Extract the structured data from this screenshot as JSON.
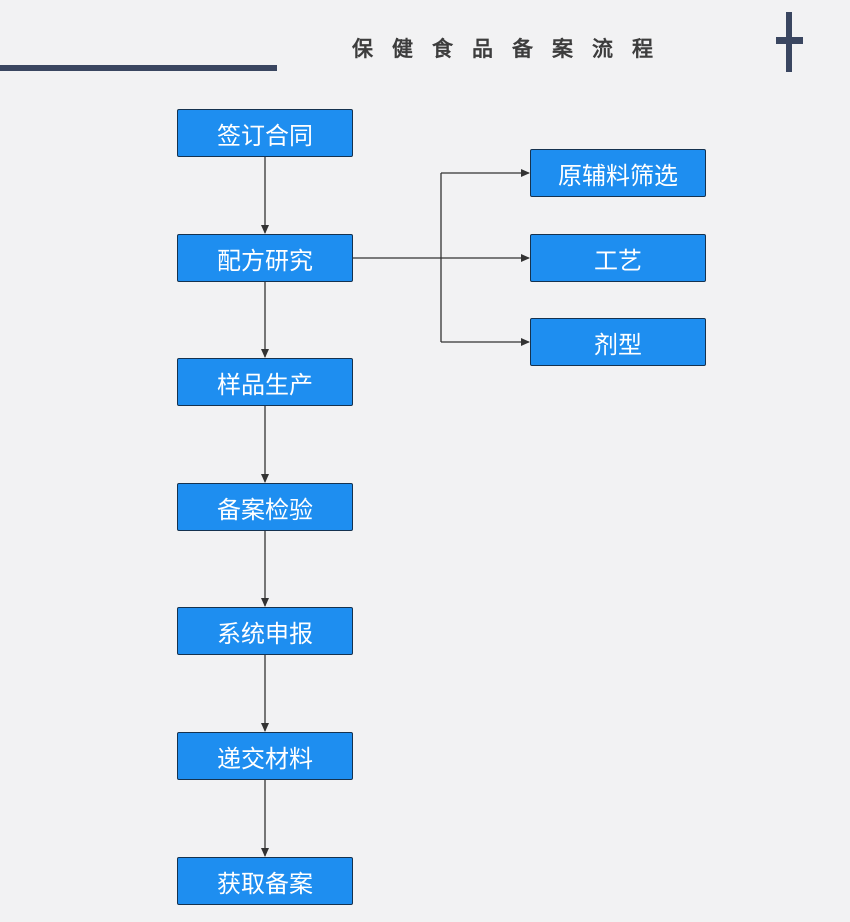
{
  "header": {
    "title": "保健食品备案流程"
  },
  "flow": {
    "steps": [
      "签订合同",
      "配方研究",
      "样品生产",
      "备案检验",
      "系统申报",
      "递交材料",
      "获取备案"
    ],
    "branches": [
      "原辅料筛选",
      "工艺",
      "剂型"
    ]
  },
  "colors": {
    "node_fill": "#1e8ef0",
    "node_border": "#15324f",
    "accent": "#3a4660",
    "background": "#f2f2f3",
    "connector": "#333333"
  }
}
